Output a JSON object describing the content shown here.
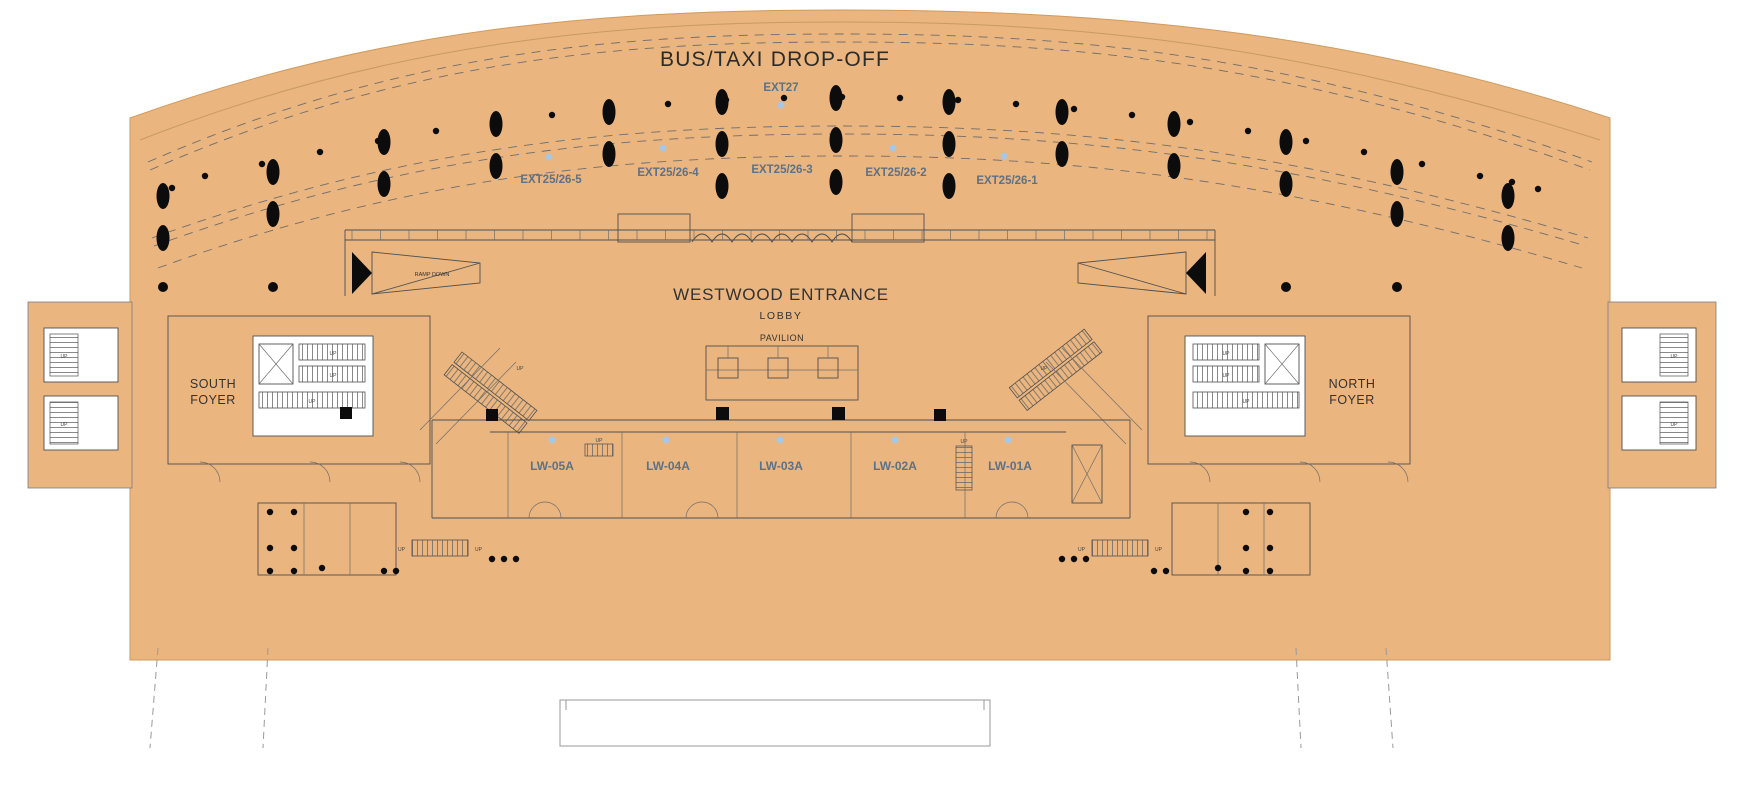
{
  "plan": {
    "dropoff_title": "BUS/TAXI DROP-OFF",
    "entrance_title": "WESTWOOD ENTRANCE",
    "lobby": "LOBBY",
    "pavilion": "PAVILION",
    "ramp_down": "RAMP DOWN",
    "up": "UP",
    "south_foyer": {
      "line1": "SOUTH",
      "line2": "FOYER"
    },
    "north_foyer": {
      "line1": "NORTH",
      "line2": "FOYER"
    },
    "exits": {
      "ext27": "EXT27",
      "e5": "EXT25/26-5",
      "e4": "EXT25/26-4",
      "e3": "EXT25/26-3",
      "e2": "EXT25/26-2",
      "e1": "EXT25/26-1"
    },
    "rooms": {
      "lw05": "LW-05A",
      "lw04": "LW-04A",
      "lw03": "LW-03A",
      "lw02": "LW-02A",
      "lw01": "LW-01A"
    },
    "colors": {
      "footprint": "#eab57e",
      "linework": "#4f4f4f",
      "text_dark": "#2e2e2e",
      "text_blue": "#5d7187",
      "dot_blue": "#a9c6e2",
      "bollard_black": "#0c0c0c"
    }
  }
}
